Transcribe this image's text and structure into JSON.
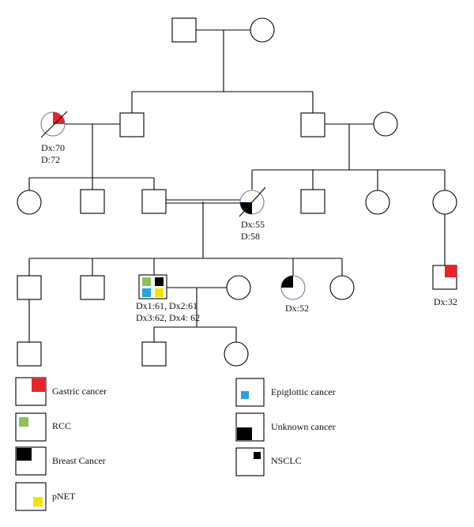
{
  "colors": {
    "gastric": "#e8232b",
    "rcc": "#8cc158",
    "epiglottic": "#27a3dd",
    "pnet": "#f4e300",
    "black": "#000000"
  },
  "annotations": {
    "grandmother": [
      "Dx:70",
      "D:72"
    ],
    "mother": [
      "Dx:55",
      "D:58"
    ],
    "proband": [
      "Dx1:61, Dx2:61",
      "Dx3:62, Dx4: 62"
    ],
    "sister": [
      "Dx:52"
    ],
    "cousin": [
      "Dx:32"
    ]
  },
  "legend": {
    "gastric": "Gastric cancer",
    "rcc": "RCC",
    "breast": "Breast Cancer",
    "pnet": "pNET",
    "epiglottic": "Epiglottic cancer",
    "unknown": "Unknown cancer",
    "nsclc": "NSCLC"
  }
}
